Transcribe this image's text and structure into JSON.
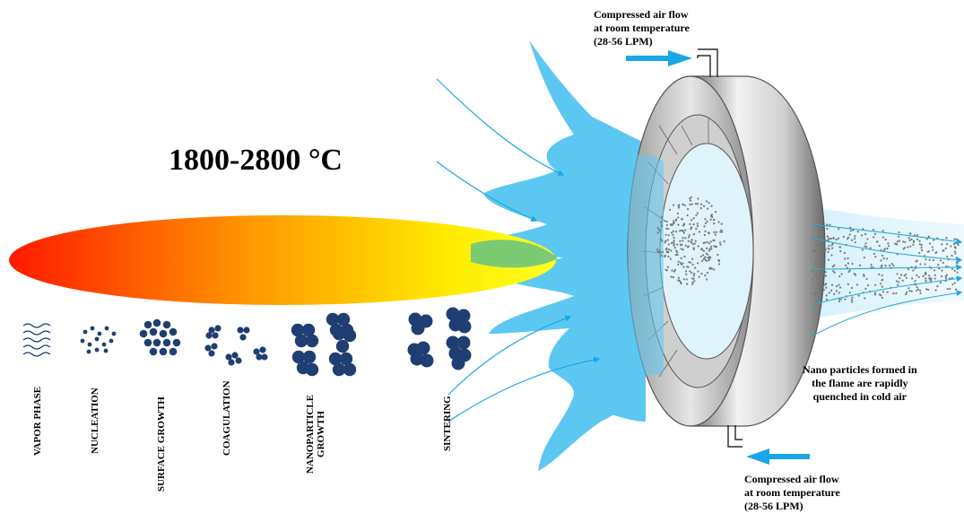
{
  "temperature_label": "1800-2800 °C",
  "air_inlet_top": {
    "line1": "Compressed air flow",
    "line2": "at room temperature",
    "line3": "(28-56 LPM)"
  },
  "air_inlet_bottom": {
    "line1": "Compressed air flow",
    "line2": "at room temperature",
    "line3": "(28-56 LPM)"
  },
  "quench_note": {
    "line1": "Nano particles formed in",
    "line2": "the flame are rapidly",
    "line3": "quenched in cold air"
  },
  "stages": [
    {
      "label": "VAPOR PHASE"
    },
    {
      "label": "NUCLEATION"
    },
    {
      "label": "SURFACE GROWTH"
    },
    {
      "label": "COAGULATION"
    },
    {
      "label": "NANOPARTICLE",
      "label2": "GROWTH"
    },
    {
      "label": "SINTERING"
    }
  ],
  "colors": {
    "flame_start": "#ff2a00",
    "flame_end": "#ffff00",
    "air": "#5cc8f2",
    "arrow": "#1aa7e6",
    "particle": "#1f3f73",
    "ring_outer": "#8a8a8a",
    "ring_inner": "#d8d8d8"
  }
}
